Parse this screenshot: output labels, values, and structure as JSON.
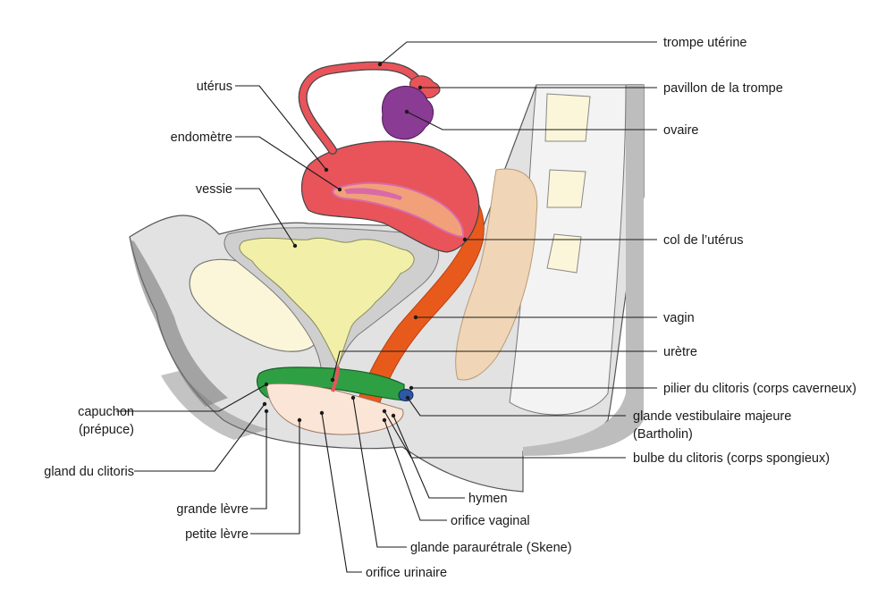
{
  "diagram": {
    "labels": {
      "trompe_uterine": "trompe utérine",
      "pavillon": "pavillon de la trompe",
      "ovaire": "ovaire",
      "uterus": "utérus",
      "endometre": "endomètre",
      "vessie": "vessie",
      "col_uterus": "col de l’utérus",
      "vagin": "vagin",
      "uretre": "urètre",
      "pilier_clitoris": "pilier du clitoris (corps caverneux)",
      "glande_vestibulaire_l1": "glande vestibulaire majeure",
      "glande_vestibulaire_l2": "(Bartholin)",
      "bulbe_clitoris": "bulbe du clitoris (corps spongieux)",
      "capuchon_l1": "capuchon",
      "capuchon_l2": "(prépuce)",
      "gland_clitoris": "gland du clitoris",
      "grande_levre": "grande lèvre",
      "petite_levre": "petite lèvre",
      "hymen": "hymen",
      "orifice_vaginal": "orifice vaginal",
      "glande_paraurethrale": "glande paraurétrale (Skene)",
      "orifice_urinaire": "orifice urinaire"
    },
    "colors": {
      "uterus": "#e8545a",
      "endometrium": "#f2a07a",
      "endometrium_lining": "#d96aa8",
      "bladder": "#f2f0a8",
      "ovary": "#8a3b94",
      "vagina": "#e85a1c",
      "clitoris": "#2ea043",
      "bartholin": "#2f57a8",
      "rectum": "#f0d6b6",
      "skin": "#fbe5d6",
      "tissue_grey": "#d4d4d4",
      "tissue_light": "#ececec",
      "bone": "#fbf6d9"
    }
  }
}
